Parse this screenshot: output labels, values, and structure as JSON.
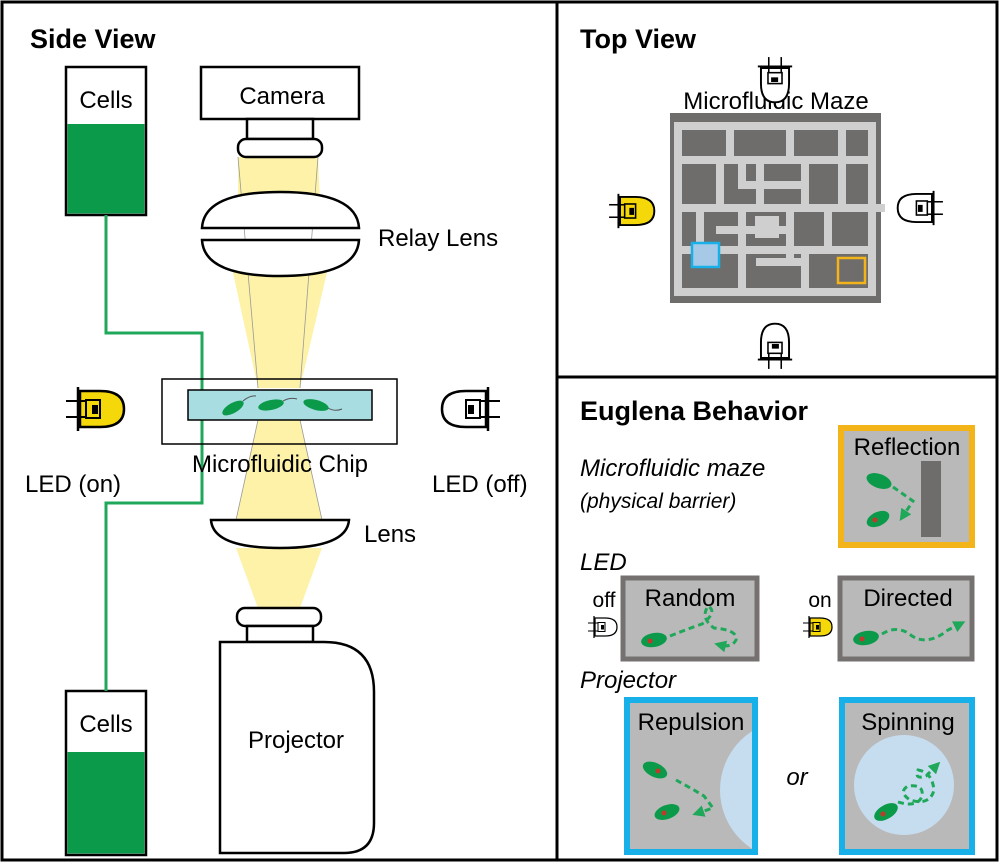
{
  "side_view": {
    "title": "Side View",
    "reservoir_top": "Cells",
    "reservoir_bottom": "Cells",
    "camera": "Camera",
    "relay_lens": "Relay Lens",
    "chip": "Microfluidic Chip",
    "led_on": "LED (on)",
    "led_off": "LED (off)",
    "lens": "Lens",
    "projector": "Projector"
  },
  "top_view": {
    "title": "Top View",
    "maze": "Microfluidic Maze"
  },
  "behavior": {
    "title": "Euglena Behavior",
    "maze_label": "Microfluidic maze",
    "maze_sublabel": "(physical barrier)",
    "reflection": "Reflection",
    "led_label": "LED",
    "off": "off",
    "on": "on",
    "random": "Random",
    "directed": "Directed",
    "projector_label": "Projector",
    "repulsion": "Repulsion",
    "or": "or",
    "spinning": "Spinning"
  },
  "colors": {
    "cells_green": "#0b9a4a",
    "tube_green": "#1fa85a",
    "light_yellow": "#fdf2a8",
    "led_yellow": "#f5d80a",
    "chip_cyan": "#a8dde2",
    "maze_dark": "#6e6d6b",
    "maze_light": "#cfcfcf",
    "reflection_border": "#f2b418",
    "led_box_border": "#767171",
    "projector_border": "#17b0e8",
    "proj_blob": "#c6ddf0",
    "panel_gray": "#b9b9b9"
  }
}
